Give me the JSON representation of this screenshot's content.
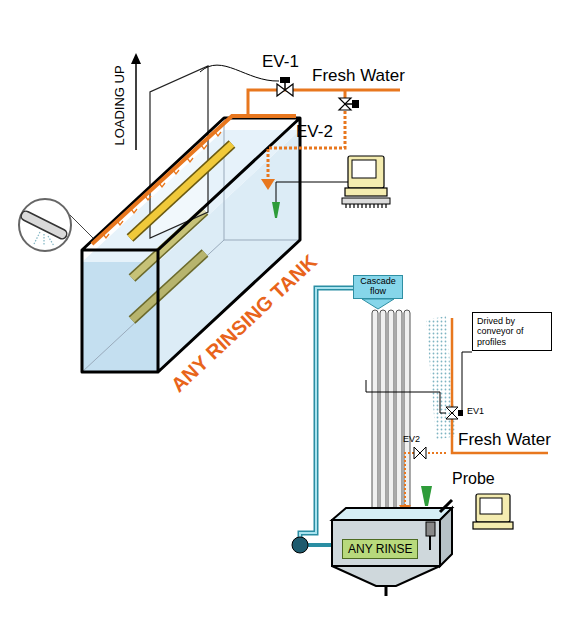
{
  "diagram": {
    "nodes": [
      {
        "text": [
          "Cascade flow"
        ]
      },
      {
        "text": [
          "Drived by conveyor of profiles"
        ]
      },
      {
        "text": [
          "ANY RINSE"
        ]
      }
    ],
    "labels": [
      "LOADING UP",
      "EV-1",
      "Fresh Water",
      "EV-2",
      "ANY RINSING TANK",
      "EV1",
      "Fresh Water",
      "EV2",
      "Probe"
    ]
  }
}
